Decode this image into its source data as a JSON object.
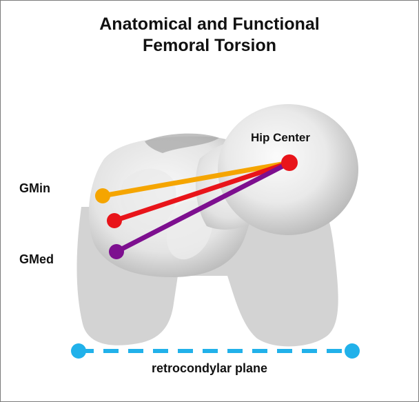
{
  "title_lines": [
    "Anatomical and Functional",
    "Femoral Torsion"
  ],
  "labels": {
    "hip_center": "Hip Center",
    "gmin": "GMin",
    "gmed": "GMed",
    "plane": "retrocondylar plane"
  },
  "colors": {
    "gmin_line": "#f5a500",
    "middle_line": "#e8141a",
    "gmed_line": "#7d0f8f",
    "plane_line": "#21b1ea",
    "bone_light": "#f1f1f1",
    "bone_shadow": "#b9b9b9",
    "condyle": "#d3d3d3"
  }
}
